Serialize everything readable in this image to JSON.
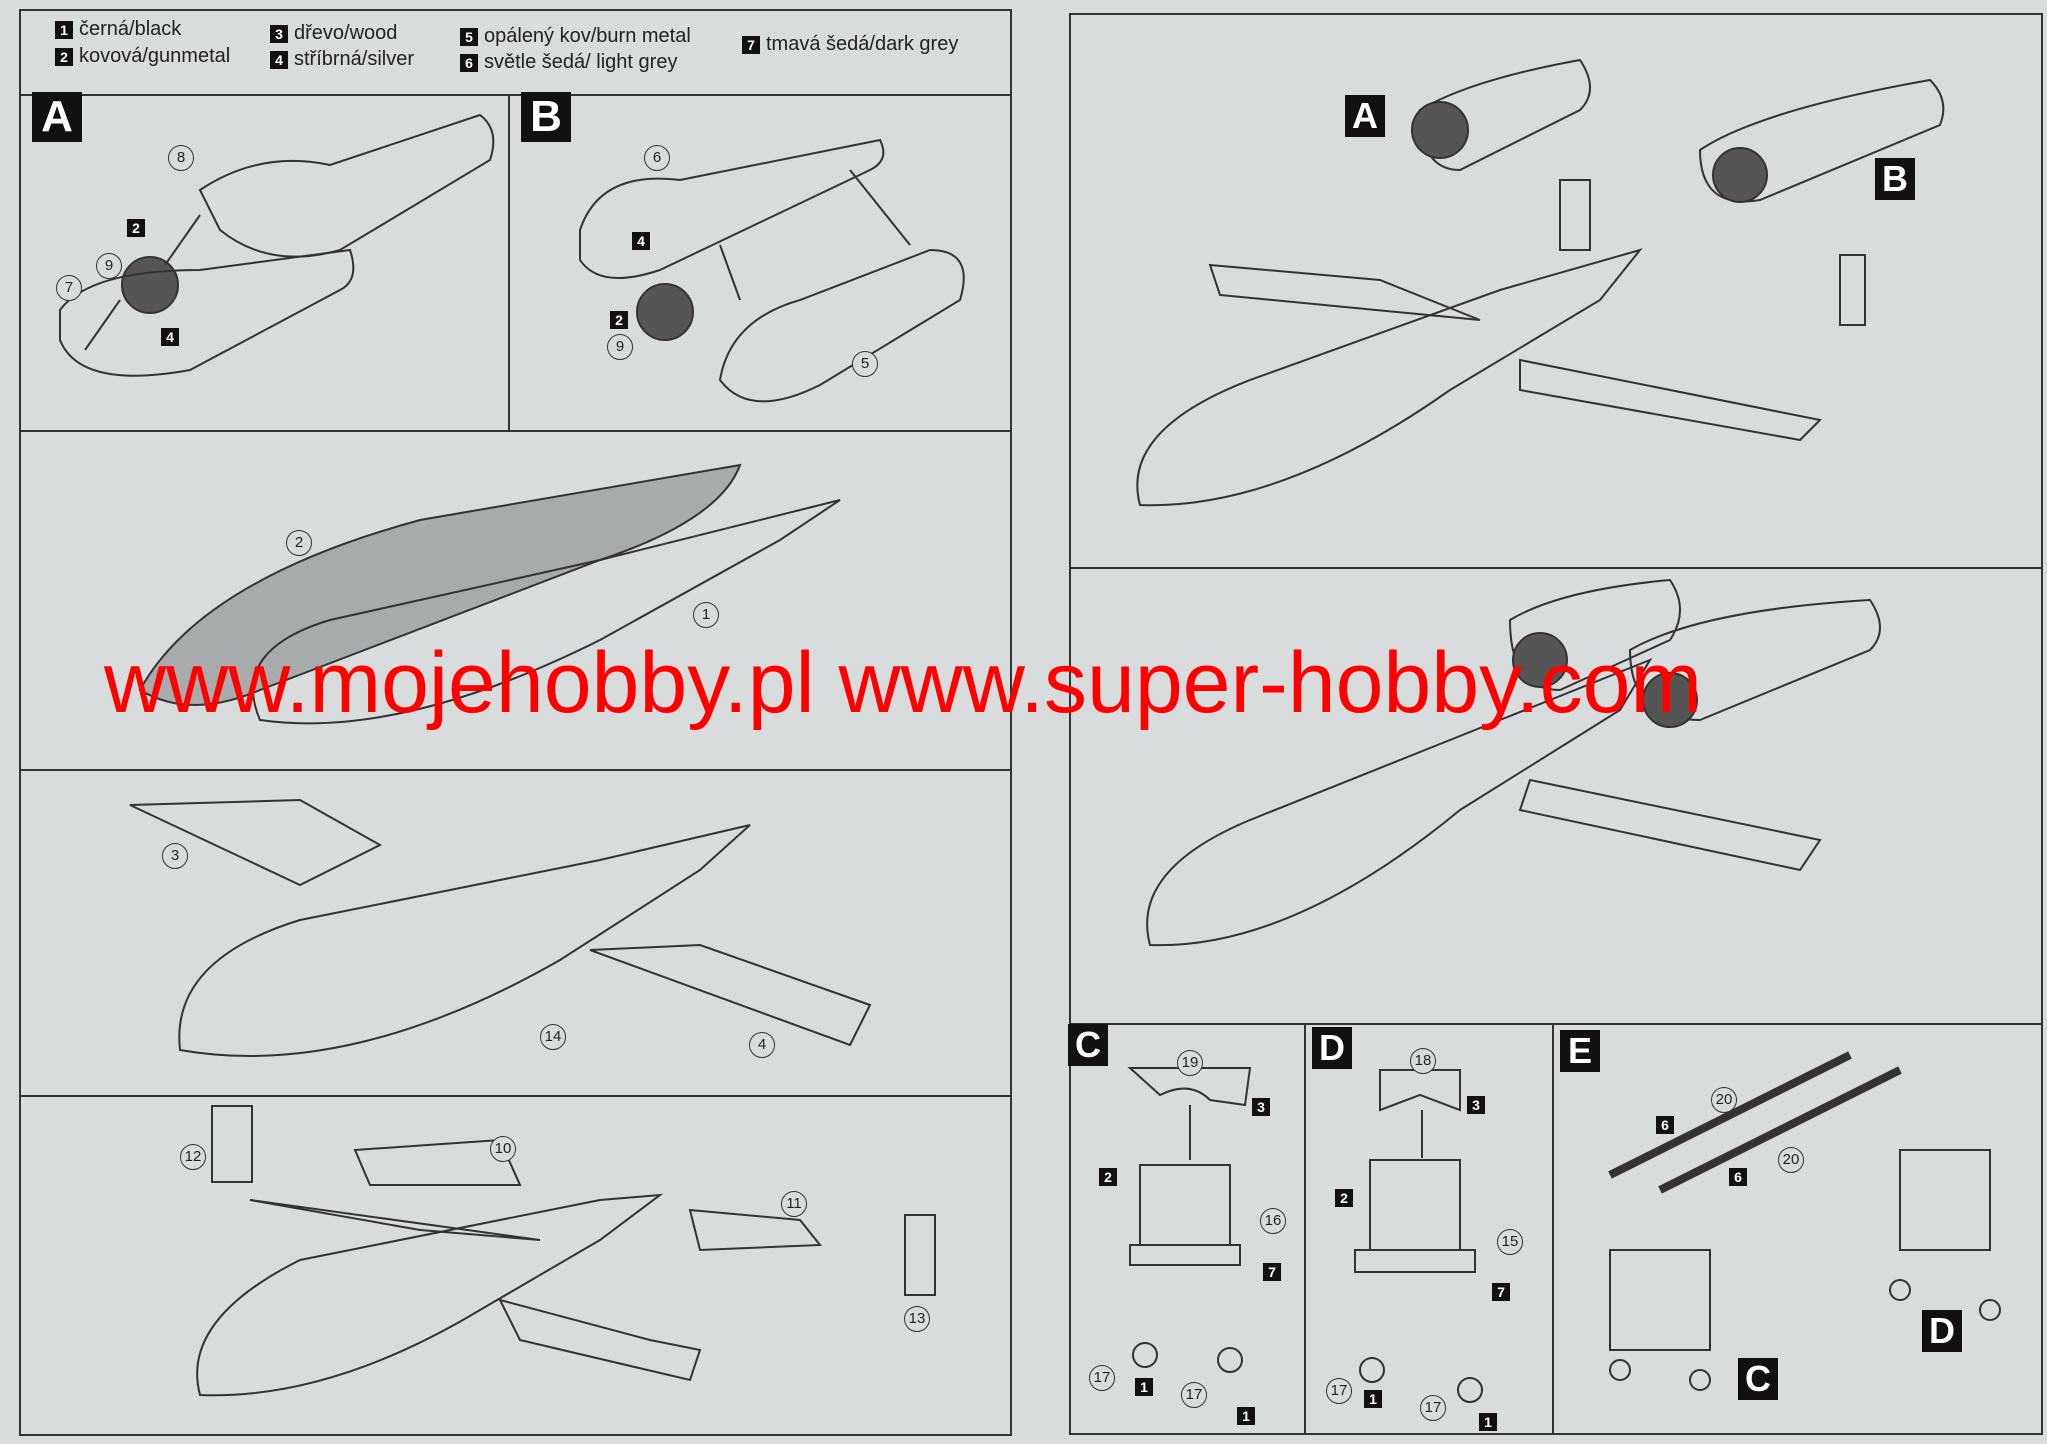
{
  "legend": [
    {
      "num": "1",
      "label": "černá/black"
    },
    {
      "num": "2",
      "label": "kovová/gunmetal"
    },
    {
      "num": "3",
      "label": "dřevo/wood"
    },
    {
      "num": "4",
      "label": "stříbrná/silver"
    },
    {
      "num": "5",
      "label": "opálený kov/burn metal"
    },
    {
      "num": "6",
      "label": "světle šedá/ light grey"
    },
    {
      "num": "7",
      "label": "tmavá šedá/dark grey"
    }
  ],
  "steps": {
    "A": "A",
    "B": "B",
    "C": "C",
    "D": "D",
    "E": "E"
  },
  "parts": {
    "p1": "1",
    "p2": "2",
    "p3": "3",
    "p4": "4",
    "p5": "5",
    "p6": "6",
    "p7": "7",
    "p8": "8",
    "p9": "9",
    "p10": "10",
    "p11": "11",
    "p12": "12",
    "p13": "13",
    "p14": "14",
    "p15": "15",
    "p16": "16",
    "p17": "17",
    "p18": "18",
    "p19": "19",
    "p20": "20"
  },
  "watermark": "www.mojehobby.pl www.super-hobby.com",
  "colors": {
    "paper": "#d9dcdc",
    "line": "#333333",
    "watermark": "#ff0000",
    "grey_fill": "#a8abab"
  }
}
